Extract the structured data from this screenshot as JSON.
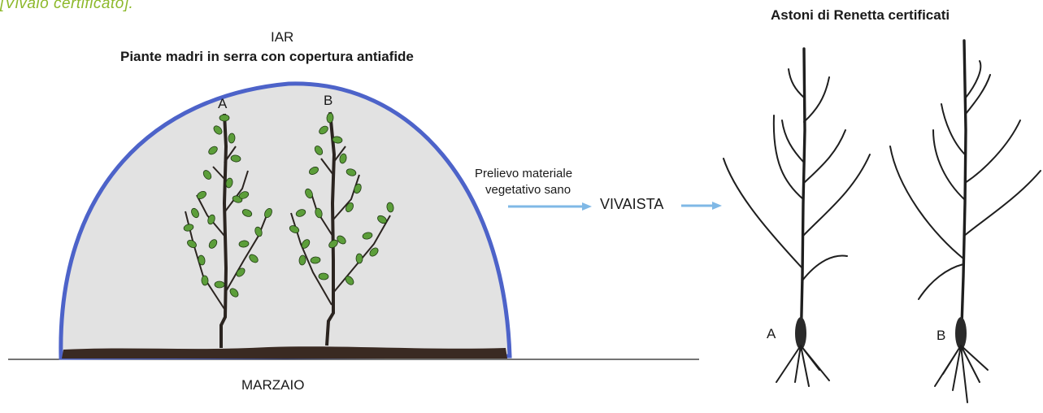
{
  "caption_top": "[Vivaio certificato].",
  "left_panel": {
    "title": "IAR",
    "subtitle": "Piante madri in serra con copertura antiafide",
    "plant_labels": [
      "A",
      "B"
    ],
    "ground_label": "MARZAIO"
  },
  "flow": {
    "step1_line1": "Prelievo materiale",
    "step1_line2": "vegetativo sano",
    "step2": "VIVAISTA"
  },
  "right_panel": {
    "title": "Astoni di Renetta certificati",
    "tree_labels": [
      "A",
      "B"
    ]
  },
  "colors": {
    "greenhouse_outline": "#4d63c9",
    "greenhouse_fill": "#e2e2e2",
    "soil": "#3a2a22",
    "leaf": "#5c9e3a",
    "arrow": "#7fb8e6",
    "caption": "#8cb82a"
  }
}
